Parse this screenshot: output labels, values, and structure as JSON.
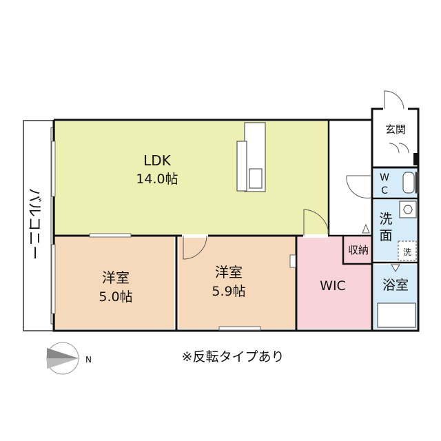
{
  "rooms": {
    "ldk": {
      "name": "LDK",
      "size": "14.0帖",
      "color": "#edf0b2"
    },
    "western1": {
      "name": "洋室",
      "size": "5.0帖",
      "color": "#f6d9bb"
    },
    "western2": {
      "name": "洋室",
      "size": "5.9帖",
      "color": "#f6d9bb"
    },
    "wic": {
      "name": "WIC",
      "color": "#f8d3d9"
    },
    "entrance": {
      "name": "玄関"
    },
    "wc": {
      "name": "W\nC",
      "line1": "W",
      "line2": "C",
      "color": "#d6ecf8"
    },
    "washroom": {
      "name": "洗\n面",
      "line1": "洗",
      "line2": "面",
      "color": "#d6ecf8"
    },
    "storage": {
      "name": "収納"
    },
    "washer": {
      "name": "洗"
    },
    "bath": {
      "name": "浴室",
      "color": "#d6ecf8"
    },
    "balcony": {
      "name": "バルコニー"
    }
  },
  "note": "※反転タイプあり",
  "compass": {
    "label": "N"
  }
}
